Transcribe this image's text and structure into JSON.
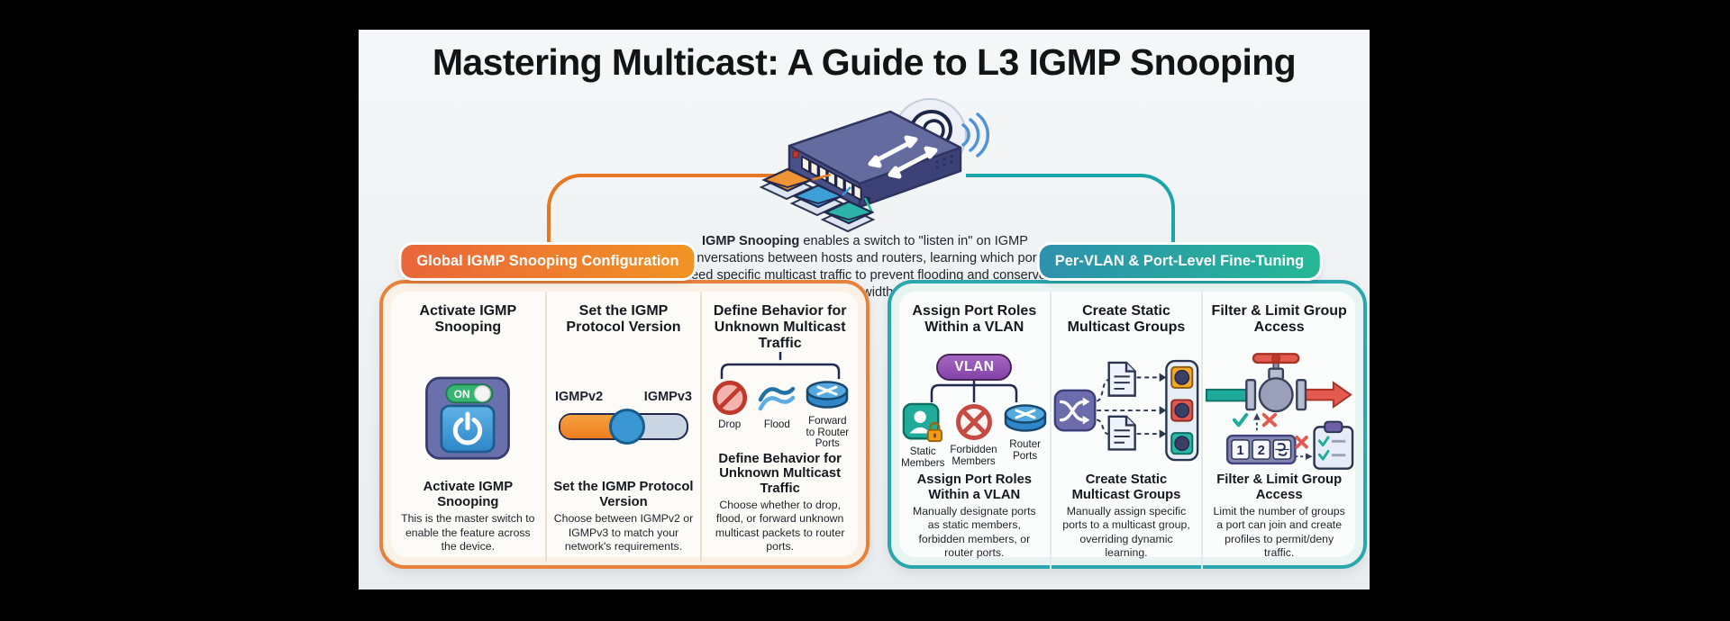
{
  "page": {
    "title": "Mastering Multicast: A Guide to L3 IGMP Snooping"
  },
  "intro": {
    "lead": "IGMP Snooping",
    "text": " enables a switch to \"listen in\" on IGMP conversations between hosts and routers, learning which ports need specific multicast traffic to prevent flooding and conserve bandwidth."
  },
  "colors": {
    "orange_accent": "#e8813a",
    "teal_accent": "#2aa7ad"
  },
  "sections": [
    {
      "header": "Global IGMP Snooping Configuration",
      "cards": [
        {
          "title": "Activate IGMP Snooping",
          "description": "This is the master switch to enable the feature across the device.",
          "toggle_label": "ON"
        },
        {
          "title": "Set the IGMP Protocol Version",
          "description": "Choose between IGMPv2 or IGMPv3 to match your network's requirements.",
          "slider_left": "IGMPv2",
          "slider_right": "IGMPv3"
        },
        {
          "title": "Define Behavior for Unknown Multicast Traffic",
          "description": "Choose whether to drop, flood, or forward unknown multicast packets to router ports.",
          "options": [
            "Drop",
            "Flood",
            "Forward to Router Ports"
          ]
        }
      ]
    },
    {
      "header": "Per-VLAN & Port-Level Fine-Tuning",
      "cards": [
        {
          "title": "Assign Port Roles Within a VLAN",
          "description": "Manually designate ports as static members, forbidden members, or router ports.",
          "vlan_label": "VLAN",
          "options": [
            "Static Members",
            "Forbidden Members",
            "Router Ports"
          ]
        },
        {
          "title": "Create Static Multicast Groups",
          "description": "Manually assign specific ports to a multicast group, overriding dynamic learning."
        },
        {
          "title": "Filter & Limit Group Access",
          "description": "Limit the number of groups a port can join and create profiles to permit/deny traffic.",
          "counter_digits": [
            "1",
            "2"
          ]
        }
      ]
    }
  ]
}
